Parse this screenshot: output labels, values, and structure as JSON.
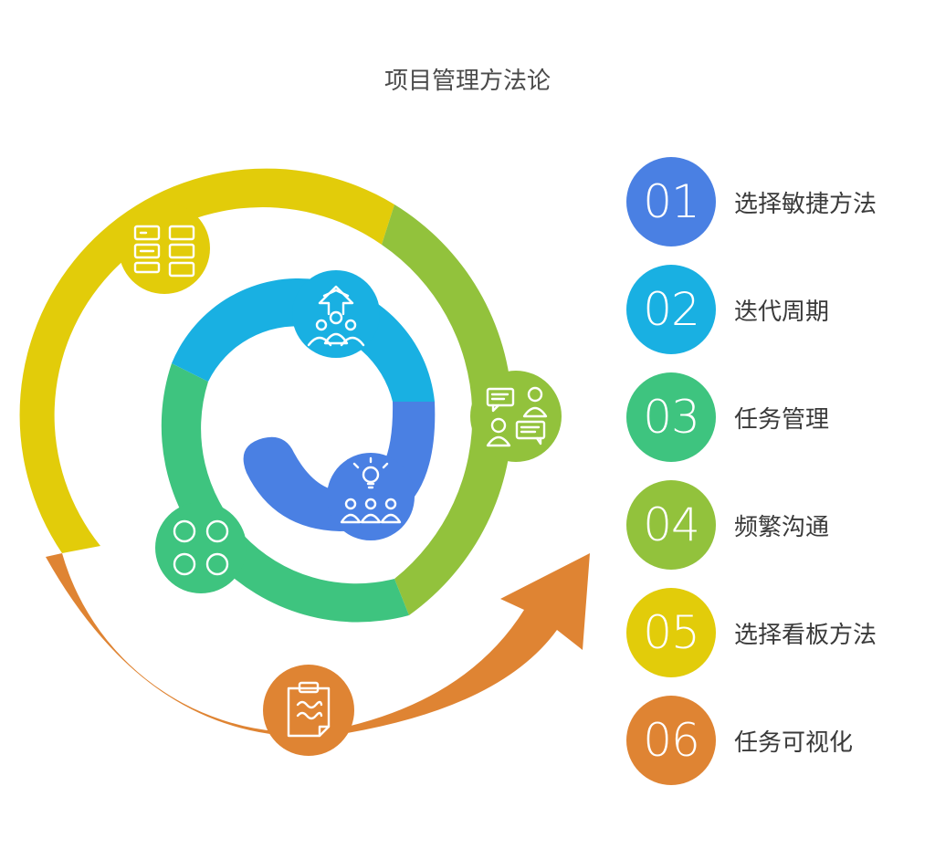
{
  "title": "项目管理方法论",
  "steps": [
    {
      "num": "01",
      "label": "选择敏捷方法",
      "color": "#4a80e3",
      "icon": "team-growth-icon"
    },
    {
      "num": "02",
      "label": "迭代周期",
      "color": "#19b0e2",
      "icon": "team-up-arrow-icon"
    },
    {
      "num": "03",
      "label": "任务管理",
      "color": "#3ec47f",
      "icon": "four-circles-icon"
    },
    {
      "num": "04",
      "label": "频繁沟通",
      "color": "#92c23c",
      "icon": "chat-people-icon"
    },
    {
      "num": "05",
      "label": "选择看板方法",
      "color": "#e2cc0a",
      "icon": "kanban-board-icon"
    },
    {
      "num": "06",
      "label": "任务可视化",
      "color": "#df8433",
      "icon": "clipboard-icon"
    }
  ]
}
